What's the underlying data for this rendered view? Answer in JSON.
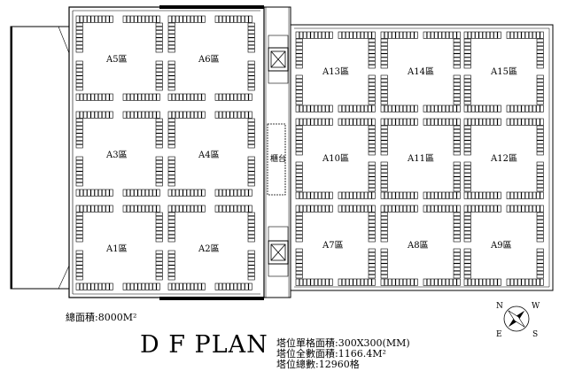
{
  "zones_left": [
    {
      "id": "A5",
      "label": "A5區"
    },
    {
      "id": "A6",
      "label": "A6區"
    },
    {
      "id": "A3",
      "label": "A3區"
    },
    {
      "id": "A4",
      "label": "A4區"
    },
    {
      "id": "A1",
      "label": "A1區"
    },
    {
      "id": "A2",
      "label": "A2區"
    }
  ],
  "zones_right": [
    {
      "id": "A13",
      "label": "A13區"
    },
    {
      "id": "A14",
      "label": "A14區"
    },
    {
      "id": "A15",
      "label": "A15區"
    },
    {
      "id": "A10",
      "label": "A10區"
    },
    {
      "id": "A11",
      "label": "A11區"
    },
    {
      "id": "A12",
      "label": "A12區"
    },
    {
      "id": "A7",
      "label": "A7區"
    },
    {
      "id": "A8",
      "label": "A8區"
    },
    {
      "id": "A9",
      "label": "A9區"
    }
  ],
  "counter_label": "櫃台",
  "total_area": "總面積:8000M²",
  "title": "D F PLAN",
  "info_lines": [
    "塔位單格面積:300X300(MM)",
    "塔位全數面積:1166.4M²",
    "塔位總數:12960格"
  ],
  "compass": {
    "n": "N",
    "s": "S",
    "e": "E",
    "w": "W"
  },
  "colors": {
    "line": "#000000",
    "background": "#ffffff"
  }
}
